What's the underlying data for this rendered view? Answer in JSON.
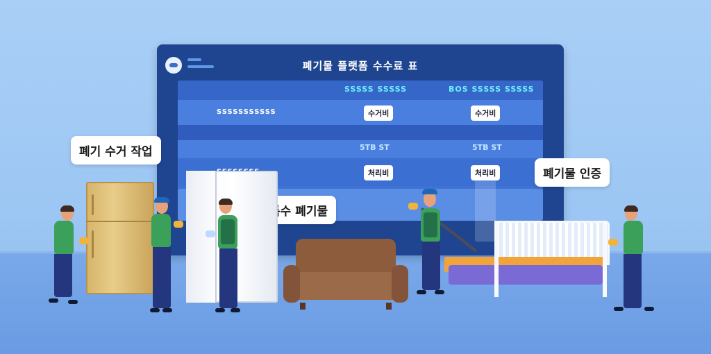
{
  "window": {
    "title": "폐기물 플랫폼 수수료 표"
  },
  "table": {
    "headers": [
      "SSSSS SSSSS",
      "BOS SSSSS SSSSS"
    ],
    "rows": [
      {
        "label": "SSSSSSSSSSS",
        "values": [
          "수거비",
          "수거비"
        ]
      },
      {
        "label": "",
        "values": [
          "5TB ST",
          "5TB ST"
        ]
      },
      {
        "label": "SSSSSSSS",
        "values": [
          "처리비",
          "처리비"
        ]
      }
    ]
  },
  "bubbles": {
    "left": "폐기 수거 작업",
    "center": "특수 폐기물",
    "right": "폐기물 인증"
  },
  "colors": {
    "window_bg": "#1f4590",
    "table_bg": "#3f72d4",
    "header_text": "#6ff0ff",
    "worker_shirt": "#3aa05a"
  }
}
